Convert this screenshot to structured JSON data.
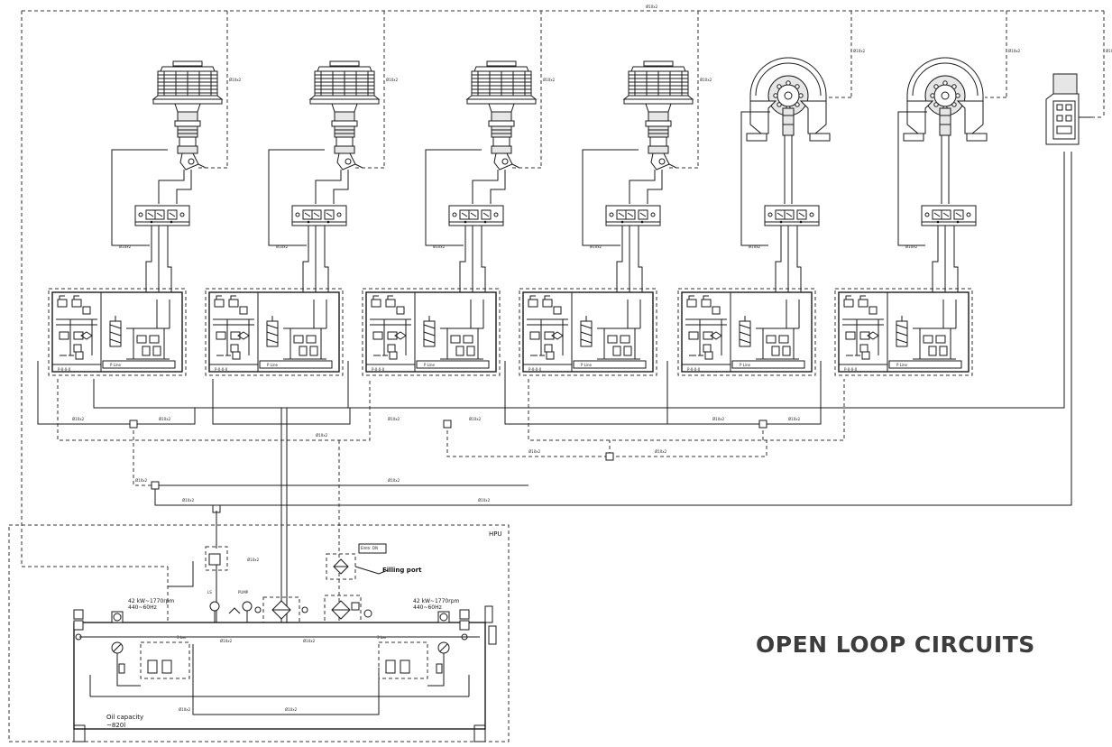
{
  "title": "OPEN LOOP CIRCUITS",
  "hpu": {
    "label": "HPU",
    "filling_port_label": "Filling port",
    "oil_capacity_label": "Oil capacity",
    "oil_capacity_value": "~820l",
    "motors": [
      {
        "power": "42 kW~1770rpm",
        "supply": "440~60Hz"
      },
      {
        "power": "42 kW~1770rpm",
        "supply": "440~60Hz"
      }
    ],
    "pressure_left": "3 bar",
    "pressure_right": "3 bar"
  },
  "equipment": [
    {
      "kind": "capstan"
    },
    {
      "kind": "capstan"
    },
    {
      "kind": "capstan"
    },
    {
      "kind": "capstan"
    },
    {
      "kind": "reel-winch"
    },
    {
      "kind": "reel-winch"
    },
    {
      "kind": "control-panel"
    }
  ]
}
